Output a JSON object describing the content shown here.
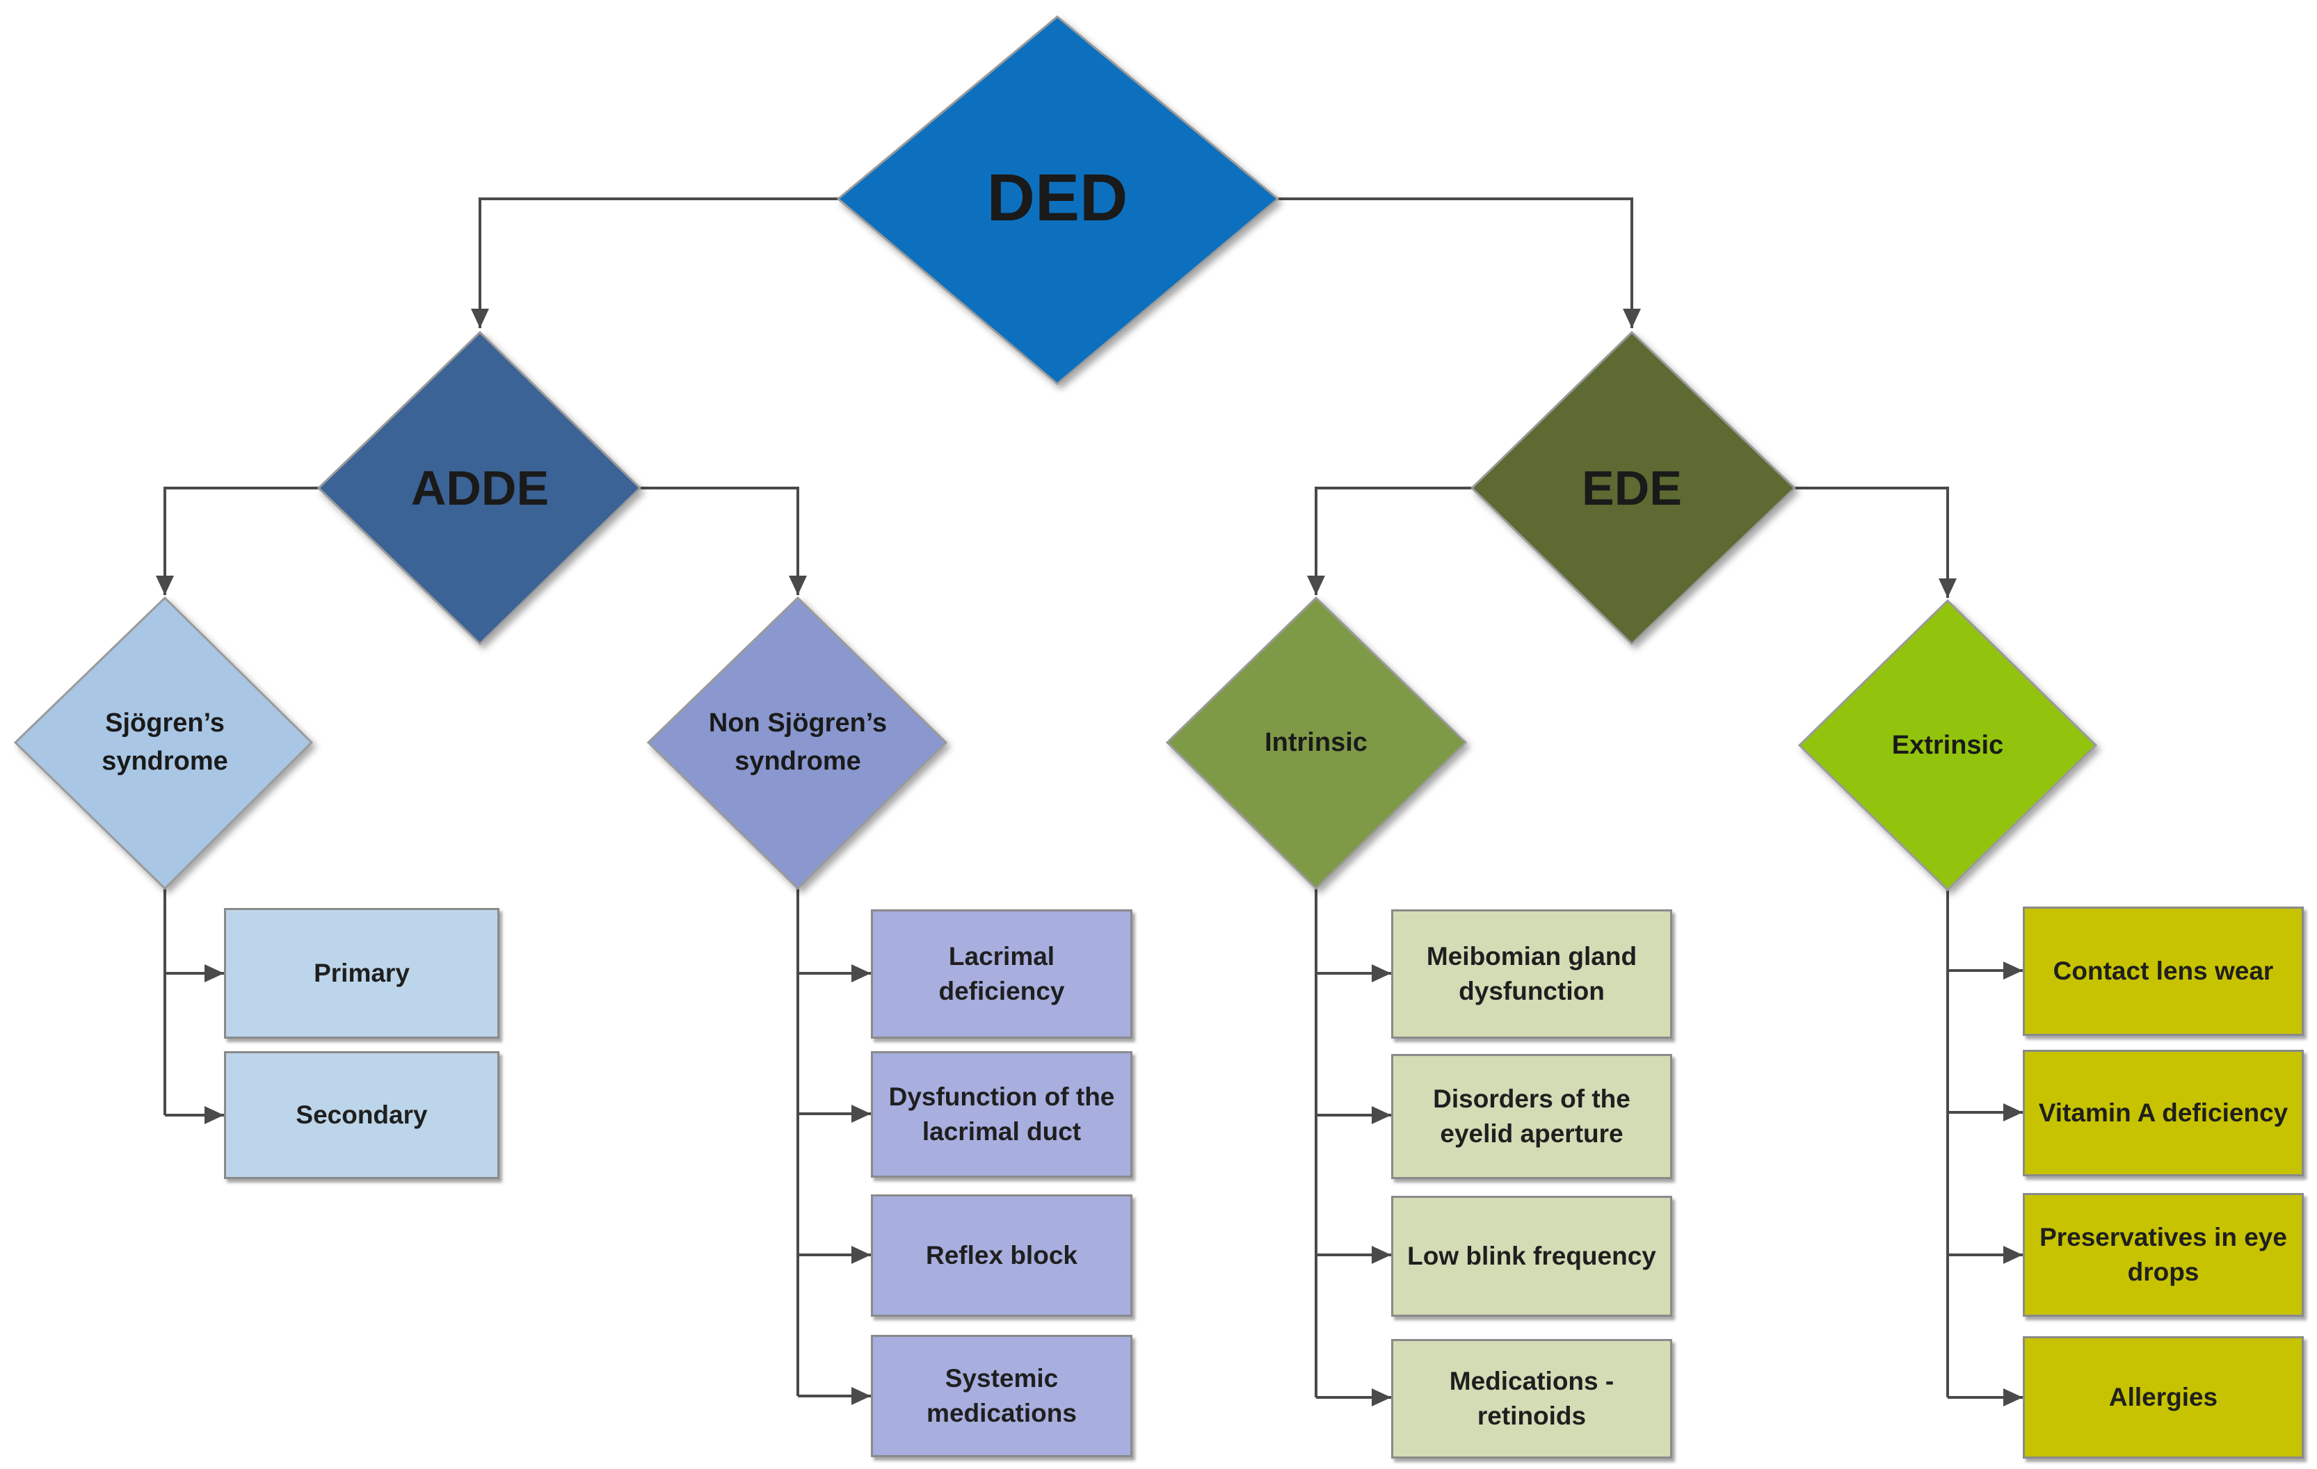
{
  "root": {
    "label": "DED",
    "color": "#0b6fbe"
  },
  "branches": [
    {
      "label": "ADDE",
      "color": "#3a6395",
      "children": [
        {
          "label": "Sjögren’s syndrome",
          "color": "#a9c6e4",
          "items": [
            "Primary",
            "Secondary"
          ]
        },
        {
          "label": "Non Sjögren’s syndrome",
          "color": "#8a98cf",
          "items": [
            "Lacrimal deficiency",
            "Dysfunction of the lacrimal duct",
            "Reflex block",
            "Systemic medications"
          ]
        }
      ]
    },
    {
      "label": "EDE",
      "color": "#5d6a32",
      "children": [
        {
          "label": "Intrinsic",
          "color": "#7f9a46",
          "items": [
            "Meibomian gland dysfunction",
            "Disorders of the eyelid aperture",
            "Low blink frequency",
            "Medications - retinoids"
          ]
        },
        {
          "label": "Extrinsic",
          "color": "#92c40f",
          "items": [
            "Contact lens wear",
            "Vitamin A deficiency",
            "Preservatives in eye drops",
            "Allergies"
          ]
        }
      ]
    }
  ]
}
